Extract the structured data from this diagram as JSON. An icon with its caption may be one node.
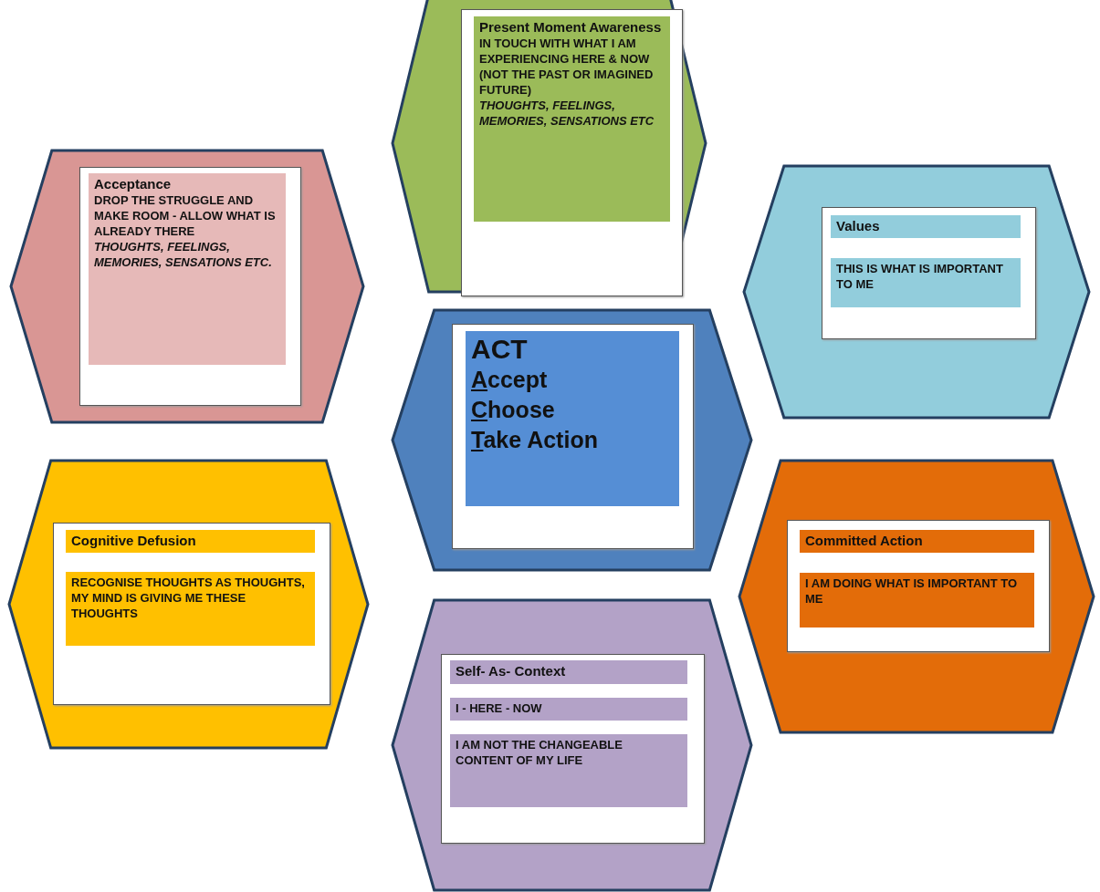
{
  "diagram": {
    "nodes": [
      {
        "text": [
          "Present Moment Awareness",
          "IN TOUCH WITH WHAT I AM EXPERIENCING HERE & NOW (NOT THE PAST OR IMAGINED FUTURE)",
          "THOUGHTS, FEELINGS, MEMORIES, SENSATIONS ETC"
        ]
      },
      {
        "text": [
          "Acceptance",
          "DROP THE STRUGGLE AND MAKE ROOM - ALLOW WHAT IS ALREADY THERE",
          "THOUGHTS, FEELINGS, MEMORIES, SENSATIONS ETC."
        ]
      },
      {
        "text": [
          "Values",
          "THIS IS WHAT IS IMPORTANT TO ME"
        ]
      },
      {
        "text": [
          "ACT",
          "Accept",
          "Choose",
          "Take Action"
        ]
      },
      {
        "text": [
          "Cognitive Defusion",
          "RECOGNISE THOUGHTS AS THOUGHTS, MY MIND IS GIVING ME THESE THOUGHTS"
        ]
      },
      {
        "text": [
          "Committed Action",
          "I AM DOING WHAT IS IMPORTANT TO ME"
        ]
      },
      {
        "text": [
          "Self- As- Context",
          "I - HERE - NOW",
          "I AM NOT THE CHANGEABLE CONTENT OF MY LIFE"
        ]
      }
    ]
  }
}
